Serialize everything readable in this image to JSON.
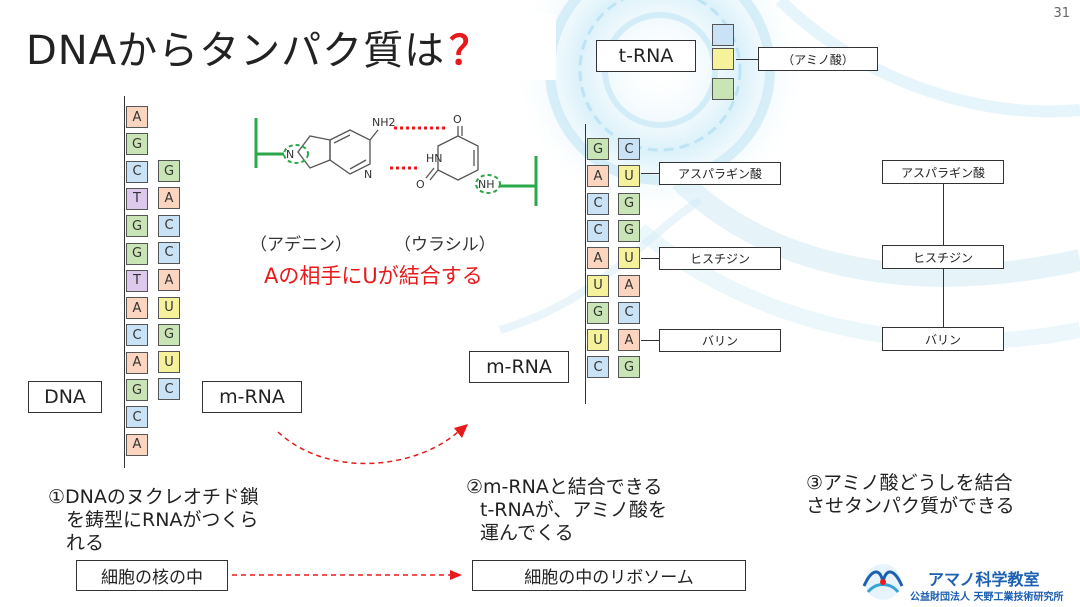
{
  "slide_number": "31",
  "title": {
    "text": "DNAからタンパク質は",
    "accent": "？"
  },
  "dna": {
    "label": "DNA",
    "strand": [
      "A",
      "G",
      "C",
      "T",
      "G",
      "G",
      "T",
      "A",
      "C",
      "A",
      "G",
      "C",
      "A"
    ],
    "mrna_label": "m-RNA",
    "mrna_strand": [
      "G",
      "A",
      "C",
      "C",
      "A",
      "U",
      "G",
      "U",
      "C"
    ]
  },
  "molecule": {
    "adenine_label": "（アデニン）",
    "uracil_label": "（ウラシル）",
    "pair_caption": "Aの相手にUが結合する",
    "atoms": {
      "nh2": "NH2",
      "n": "N",
      "hn": "HN",
      "o": "O",
      "nh": "NH"
    }
  },
  "ribosome": {
    "mrna_label": "m-RNA",
    "mrna_strand": [
      "G",
      "A",
      "C",
      "C",
      "A",
      "U",
      "G",
      "U",
      "C"
    ],
    "trna_strand": [
      "C",
      "U",
      "G",
      "G",
      "U",
      "A",
      "C",
      "A",
      "G"
    ],
    "trna_label": "t-RNA",
    "trna_amino": "（アミノ酸）",
    "amino_acids": [
      "アスパラギン酸",
      "ヒスチジン",
      "バリン"
    ]
  },
  "chain": {
    "amino_acids": [
      "アスパラギン酸",
      "ヒスチジン",
      "バリン"
    ]
  },
  "steps": {
    "step1": [
      "①DNAのヌクレオチド鎖",
      "を鋳型にRNAがつくら",
      "れる"
    ],
    "step2": [
      "②m-RNAと結合できる",
      "t-RNAが、アミノ酸を",
      "運んでくる"
    ],
    "step3": [
      "③アミノ酸どうしを結合",
      "させタンパク質ができる"
    ]
  },
  "locations": {
    "nucleus": "細胞の核の中",
    "ribosome": "細胞の中のリボソーム"
  },
  "logo": {
    "name": "アマノ科学教室",
    "org": "公益財団法人 天野工業技術研究所"
  },
  "colors": {
    "A": "#fbd5bf",
    "G": "#c9e5b5",
    "C": "#c9e2f5",
    "T": "#ddc9ec",
    "U": "#f6f29c",
    "accent_red": "#e8191a",
    "bond_green": "#2aa84a"
  }
}
